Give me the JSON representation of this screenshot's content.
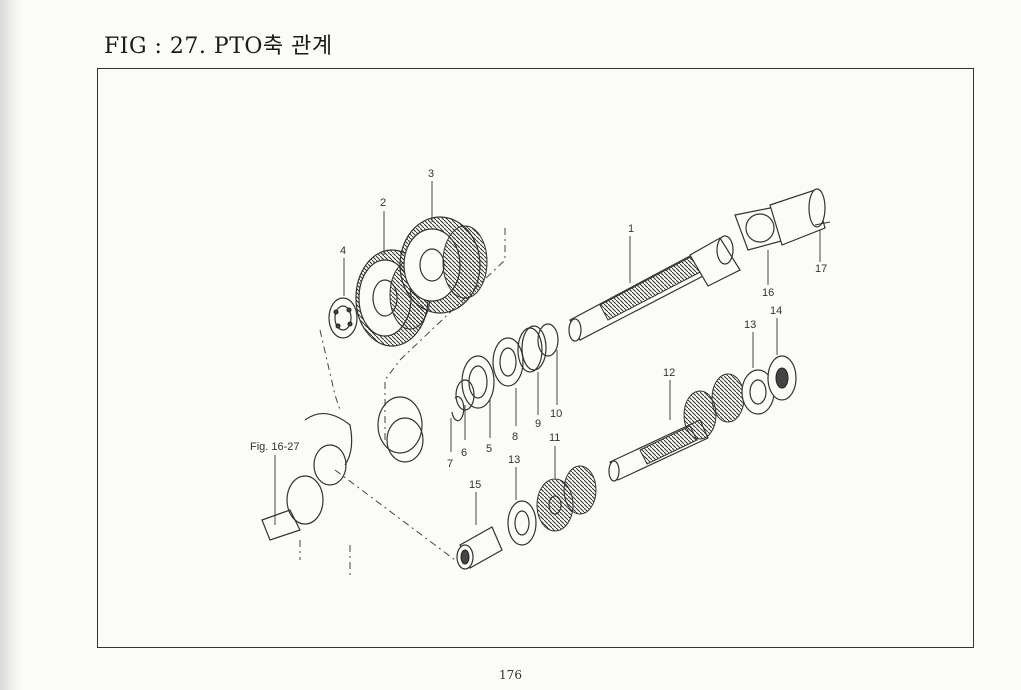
{
  "figure": {
    "title": "FIG : 27. PTO축 관계",
    "page_number": "176"
  },
  "callouts": {
    "c1": "1",
    "c2": "2",
    "c3": "3",
    "c4": "4",
    "c5": "5",
    "c6": "6",
    "c7": "7",
    "c8": "8",
    "c9": "9",
    "c10": "10",
    "c11": "11",
    "c12": "12",
    "c13a": "13",
    "c13b": "13",
    "c14": "14",
    "c15": "15",
    "c16": "16",
    "c17": "17",
    "ref": "Fig. 16-27"
  }
}
